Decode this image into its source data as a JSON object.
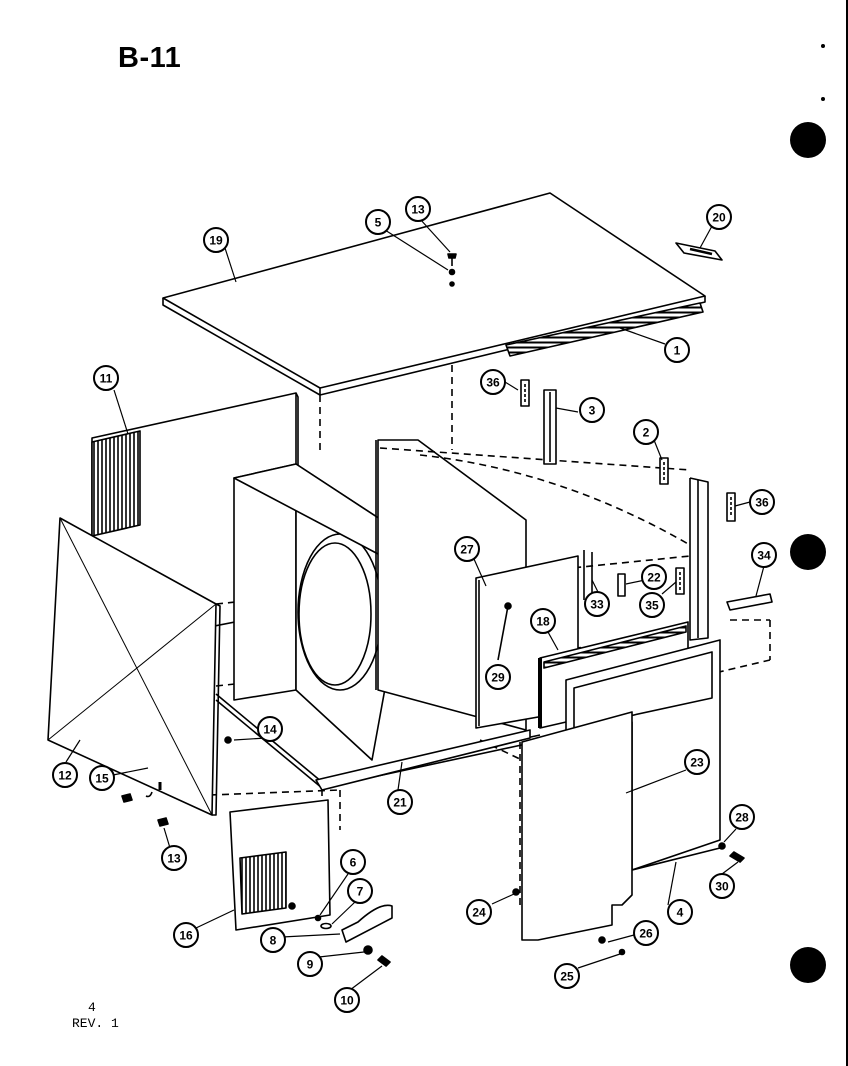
{
  "page": {
    "title": "B-11",
    "page_number": "4",
    "revision": "REV. 1"
  },
  "callouts": [
    {
      "id": "19",
      "label": "19"
    },
    {
      "id": "5",
      "label": "5"
    },
    {
      "id": "13a",
      "label": "13"
    },
    {
      "id": "20",
      "label": "20"
    },
    {
      "id": "1",
      "label": "1"
    },
    {
      "id": "11",
      "label": "11"
    },
    {
      "id": "36a",
      "label": "36"
    },
    {
      "id": "3",
      "label": "3"
    },
    {
      "id": "2",
      "label": "2"
    },
    {
      "id": "36b",
      "label": "36"
    },
    {
      "id": "27",
      "label": "27"
    },
    {
      "id": "22",
      "label": "22"
    },
    {
      "id": "33",
      "label": "33"
    },
    {
      "id": "35",
      "label": "35"
    },
    {
      "id": "34",
      "label": "34"
    },
    {
      "id": "18",
      "label": "18"
    },
    {
      "id": "29",
      "label": "29"
    },
    {
      "id": "14",
      "label": "14"
    },
    {
      "id": "23",
      "label": "23"
    },
    {
      "id": "12",
      "label": "12"
    },
    {
      "id": "15",
      "label": "15"
    },
    {
      "id": "21",
      "label": "21"
    },
    {
      "id": "28",
      "label": "28"
    },
    {
      "id": "13b",
      "label": "13"
    },
    {
      "id": "6",
      "label": "6"
    },
    {
      "id": "30",
      "label": "30"
    },
    {
      "id": "7",
      "label": "7"
    },
    {
      "id": "16",
      "label": "16"
    },
    {
      "id": "8",
      "label": "8"
    },
    {
      "id": "24",
      "label": "24"
    },
    {
      "id": "4",
      "label": "4"
    },
    {
      "id": "26",
      "label": "26"
    },
    {
      "id": "9",
      "label": "9"
    },
    {
      "id": "25",
      "label": "25"
    },
    {
      "id": "10",
      "label": "10"
    }
  ]
}
